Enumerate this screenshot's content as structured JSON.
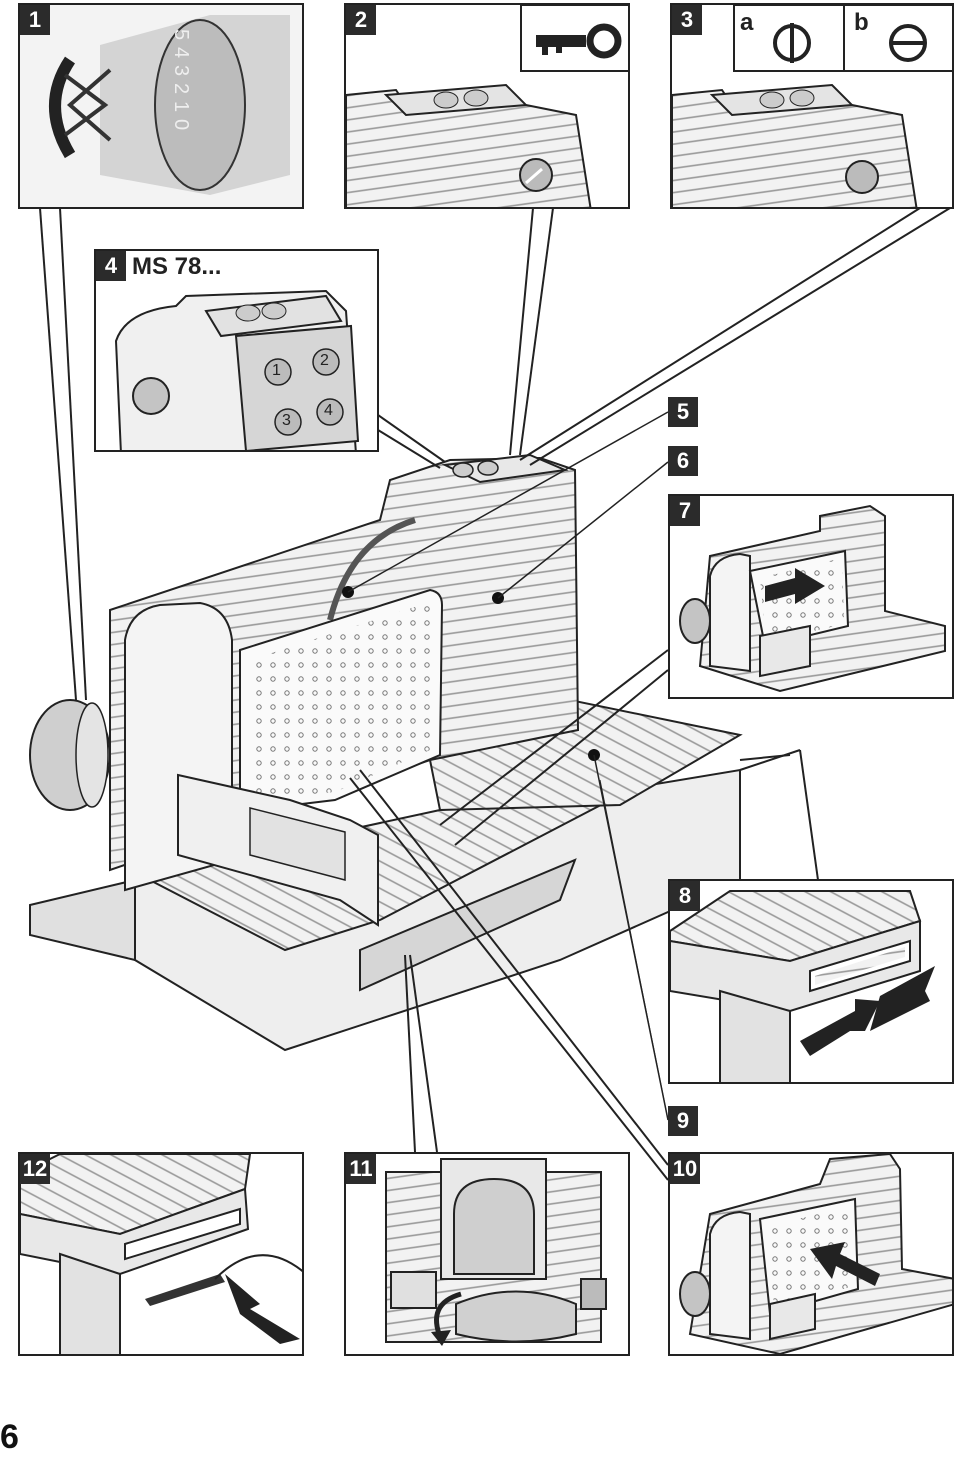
{
  "panels": {
    "p1": {
      "label": "1"
    },
    "p2": {
      "label": "2"
    },
    "p3": {
      "label": "3",
      "sub_a": "a",
      "sub_b": "b"
    },
    "p4": {
      "label": "4",
      "model": "MS 78...",
      "buttons": [
        "1",
        "2",
        "3",
        "4"
      ]
    },
    "p7": {
      "label": "7"
    },
    "p8": {
      "label": "8"
    },
    "p10": {
      "label": "10"
    },
    "p11": {
      "label": "11"
    },
    "p12": {
      "label": "12"
    }
  },
  "callouts": {
    "c5": "5",
    "c6": "6",
    "c9": "9"
  },
  "dial_numbers": [
    "5",
    "4",
    "3",
    "2",
    "1",
    "0"
  ],
  "page_number": "6",
  "colors": {
    "ink": "#222222",
    "light": "#e6e6e6",
    "mid": "#bdbdbd",
    "dark": "#555555",
    "badge": "#2b2b2b"
  }
}
